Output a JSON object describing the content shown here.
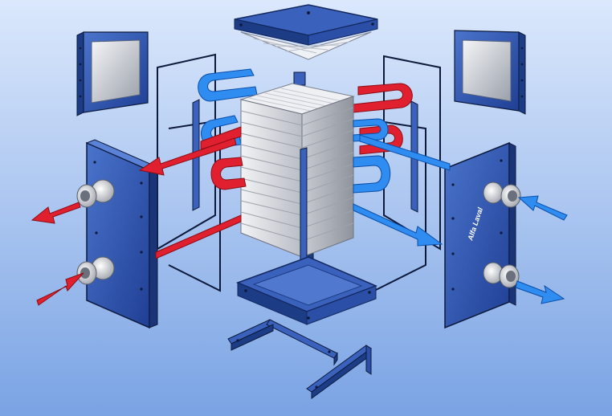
{
  "diagram": {
    "brand_label": "Alfa Laval",
    "colors": {
      "background_top": "#d9e7fb",
      "background_bottom": "#7da6e6",
      "plate_blue": "#2a4ea8",
      "plate_blue_light": "#4b74cc",
      "plate_blue_dark": "#1a3478",
      "hot_red": "#e0202e",
      "cold_blue": "#2f8cf0",
      "core_grey": "#e2e4e8",
      "frame_line": "#0d1a3c"
    },
    "components": [
      "top-pressure-plate",
      "left-panel",
      "right-panel",
      "plate-pack-core",
      "left-end-plate",
      "right-end-plate",
      "bottom-pressure-plate",
      "base-support"
    ],
    "flows": {
      "hot_in": "hot-inlet-arrow",
      "hot_out": "hot-outlet-arrow",
      "cold_in": "cold-inlet-arrow",
      "cold_out": "cold-outlet-arrow"
    }
  }
}
